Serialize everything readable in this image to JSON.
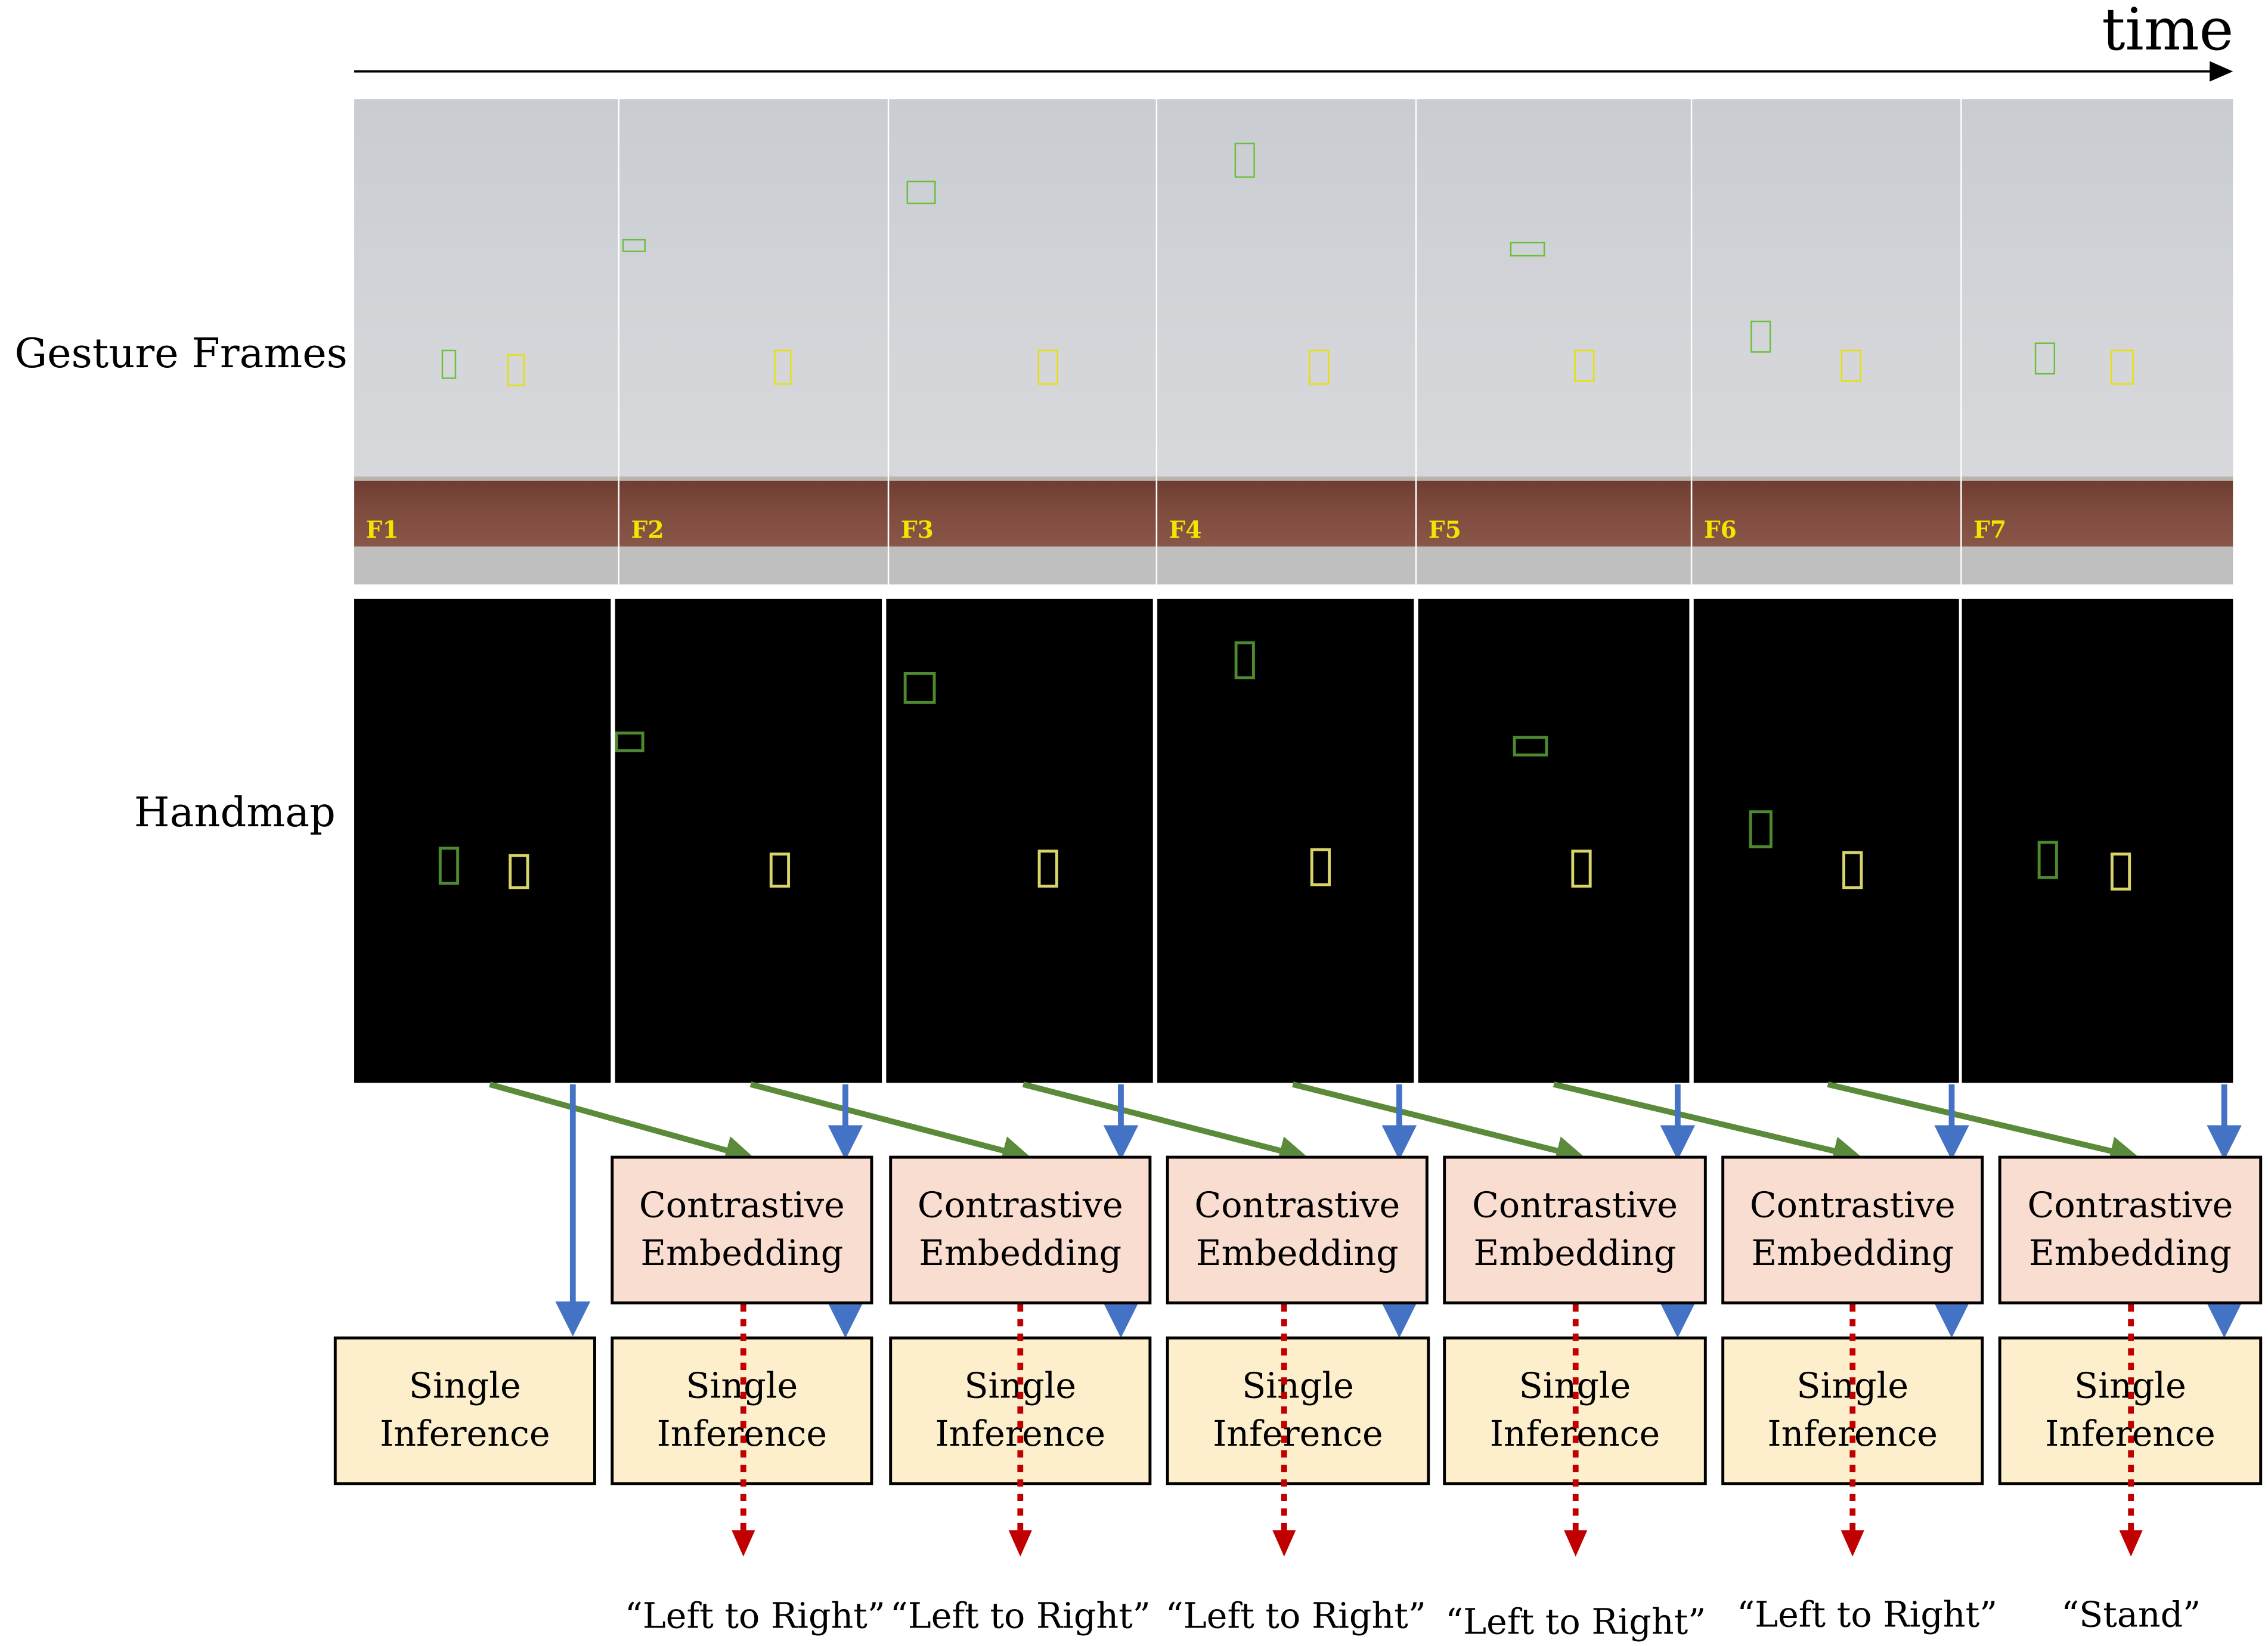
{
  "axis": {
    "time_label": "time"
  },
  "rows": {
    "frames_label": "Gesture Frames",
    "handmap_label": "Handmap"
  },
  "frames": [
    {
      "label": "F1"
    },
    {
      "label": "F2"
    },
    {
      "label": "F3"
    },
    {
      "label": "F4"
    },
    {
      "label": "F5"
    },
    {
      "label": "F6"
    },
    {
      "label": "F7"
    }
  ],
  "contrastive_embedding": {
    "line1": "Contrastive",
    "line2": "Embedding"
  },
  "single_inference": {
    "line1": "Single",
    "line2": "Inference"
  },
  "outputs": [
    "“Left to Right”",
    "“Left to Right”",
    "“Left to Right”",
    "“Left to Right”",
    "“Left to Right”",
    "“Stand”"
  ],
  "colors": {
    "temporal_arrow": "#5a8a3a",
    "direct_arrow": "#4472c4",
    "output_arrow": "#c00000",
    "contrastive_fill": "#f9ddd1",
    "inference_fill": "#fdefcb",
    "frame_label": "#f2e600"
  }
}
